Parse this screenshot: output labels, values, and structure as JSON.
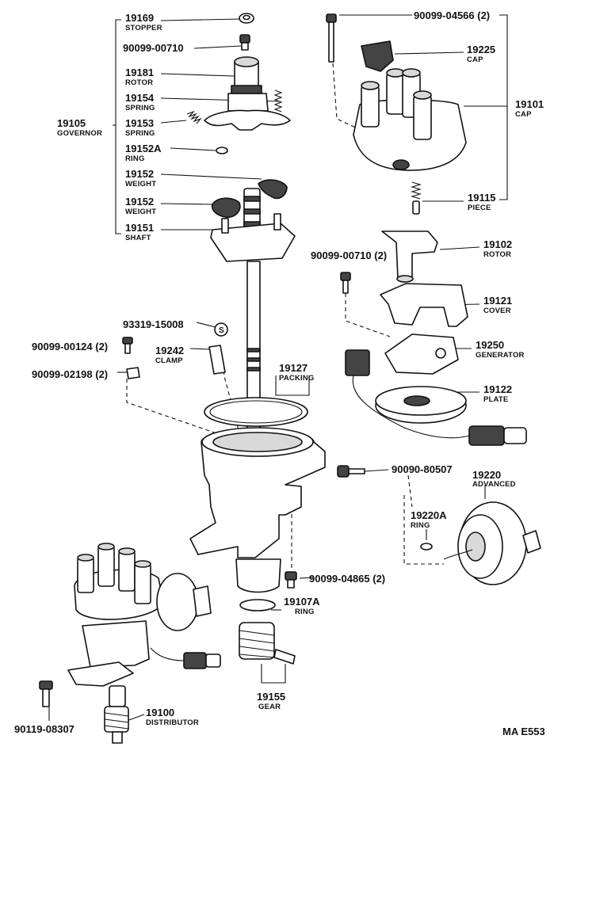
{
  "labels": {
    "stopper": {
      "number": "19169",
      "name": "STOPPER"
    },
    "bolt_rotor_top": {
      "number": "90099-00710"
    },
    "rotor_gov": {
      "number": "19181",
      "name": "ROTOR"
    },
    "spring_a": {
      "number": "19154",
      "name": "SPRING"
    },
    "governor": {
      "number": "19105",
      "name": "GOVERNOR"
    },
    "spring_b": {
      "number": "19153",
      "name": "SPRING"
    },
    "ring_gov": {
      "number": "19152A",
      "name": "RING"
    },
    "weight_a": {
      "number": "19152",
      "name": "WEIGHT"
    },
    "weight_b": {
      "number": "19152",
      "name": "WEIGHT"
    },
    "shaft": {
      "number": "19151",
      "name": "SHAFT"
    },
    "screw_cap": {
      "number": "90099-04566 (2)"
    },
    "cap_small": {
      "number": "19225",
      "name": "CAP"
    },
    "cap": {
      "number": "19101",
      "name": "CAP"
    },
    "piece": {
      "number": "19115",
      "name": "PIECE"
    },
    "screw_rotor": {
      "number": "90099-00710 (2)"
    },
    "rotor": {
      "number": "19102",
      "name": "ROTOR"
    },
    "cover": {
      "number": "19121",
      "name": "COVER"
    },
    "generator": {
      "number": "19250",
      "name": "GENERATOR"
    },
    "plate": {
      "number": "19122",
      "name": "PLATE"
    },
    "washer": {
      "number": "93319-15008"
    },
    "bolt_a": {
      "number": "90099-00124 (2)"
    },
    "clamp": {
      "number": "19242",
      "name": "CLAMP"
    },
    "nut": {
      "number": "90099-02198 (2)"
    },
    "packing": {
      "number": "19127",
      "name": "PACKING"
    },
    "screw_housing": {
      "number": "90090-80507"
    },
    "advancer": {
      "number": "19220",
      "name": "ADVANCED"
    },
    "ring_adv": {
      "number": "19220A",
      "name": "RING"
    },
    "screw_base": {
      "number": "90099-04865 (2)"
    },
    "ring_shaft": {
      "number": "19107A",
      "name": "RING"
    },
    "gear": {
      "number": "19155",
      "name": "GEAR"
    },
    "distributor": {
      "number": "19100",
      "name": "DISTRIBUTOR"
    },
    "bolt_dist": {
      "number": "90119-08307"
    }
  },
  "footer": {
    "code": "MA E553"
  }
}
